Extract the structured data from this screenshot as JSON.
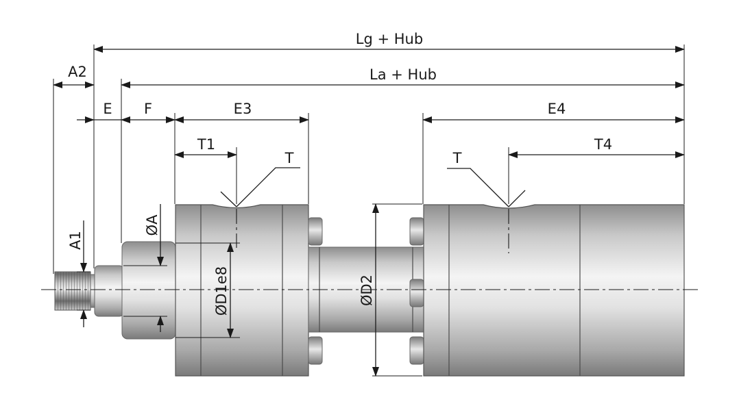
{
  "labels": {
    "lg_hub": "Lg + Hub",
    "la_hub": "La + Hub",
    "a2": "A2",
    "e": "E",
    "f": "F",
    "e3": "E3",
    "e4": "E4",
    "t1": "T1",
    "t_left": "T",
    "t_right": "T",
    "t4": "T4",
    "a1": "A1",
    "dia_a": "ØA",
    "dia_d1e8": "ØD1e8",
    "dia_d2": "ØD2"
  }
}
